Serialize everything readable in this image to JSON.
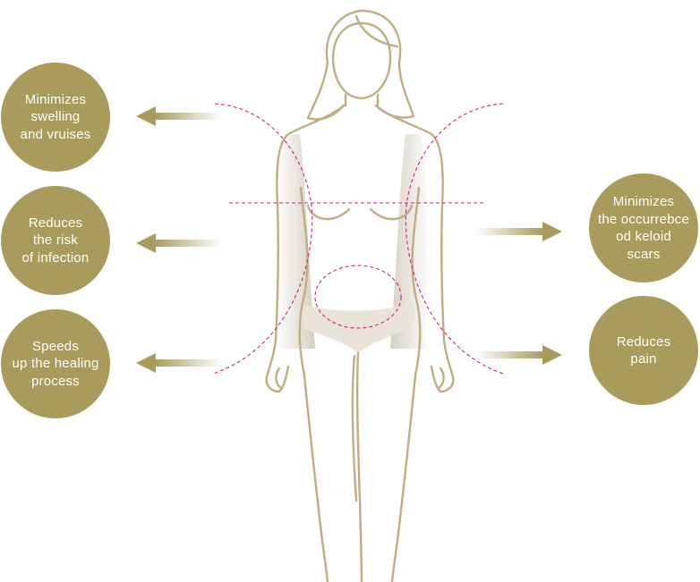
{
  "colors": {
    "badge": "#a89b5c",
    "outline": "#bfae84",
    "dashed": "#c9257a",
    "brief": "#e9e3d8",
    "glow": "#d8d1c2"
  },
  "icons": {
    "figure": "female-body-outline-icon",
    "arrow": "gradient-arrow-icon"
  },
  "benefits": {
    "left": [
      {
        "text": "Minimizes\nswelling\nand vruises"
      },
      {
        "text": "Reduces\nthe risk\nof infection"
      },
      {
        "text": "Speeds\nup the healing\nprocess"
      }
    ],
    "right": [
      {
        "text": "Minimizes\nthe occurrebce\nod keloid\nscars"
      },
      {
        "text": "Reduces\npain"
      }
    ]
  }
}
